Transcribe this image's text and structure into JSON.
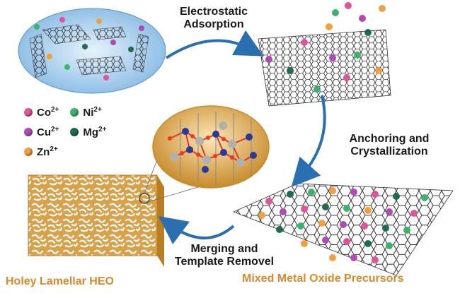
{
  "labels": {
    "step1": [
      "Electrostatic",
      "Adsorption"
    ],
    "step2": [
      "Anchoring and",
      "Crystallization"
    ],
    "step3": [
      "Merging and",
      "Template Removel"
    ],
    "product_left": "Holey Lamellar HEO",
    "product_right": "Mixed Metal  Oxide Precursors"
  },
  "ions": [
    {
      "name": "Co",
      "charge": "2+",
      "color": "#e0559a"
    },
    {
      "name": "Ni",
      "charge": "2+",
      "color": "#3bb36a"
    },
    {
      "name": "Cu",
      "charge": "2+",
      "color": "#b04bb6"
    },
    {
      "name": "Mg",
      "charge": "2+",
      "color": "#1f6a52"
    },
    {
      "name": "Zn",
      "charge": "2+",
      "color": "#f0a040"
    }
  ],
  "colors": {
    "arrow": "#2a6fb0",
    "holey": "#d9a24a",
    "ellipse": "#9ec9ec",
    "graphene": "#333333"
  }
}
